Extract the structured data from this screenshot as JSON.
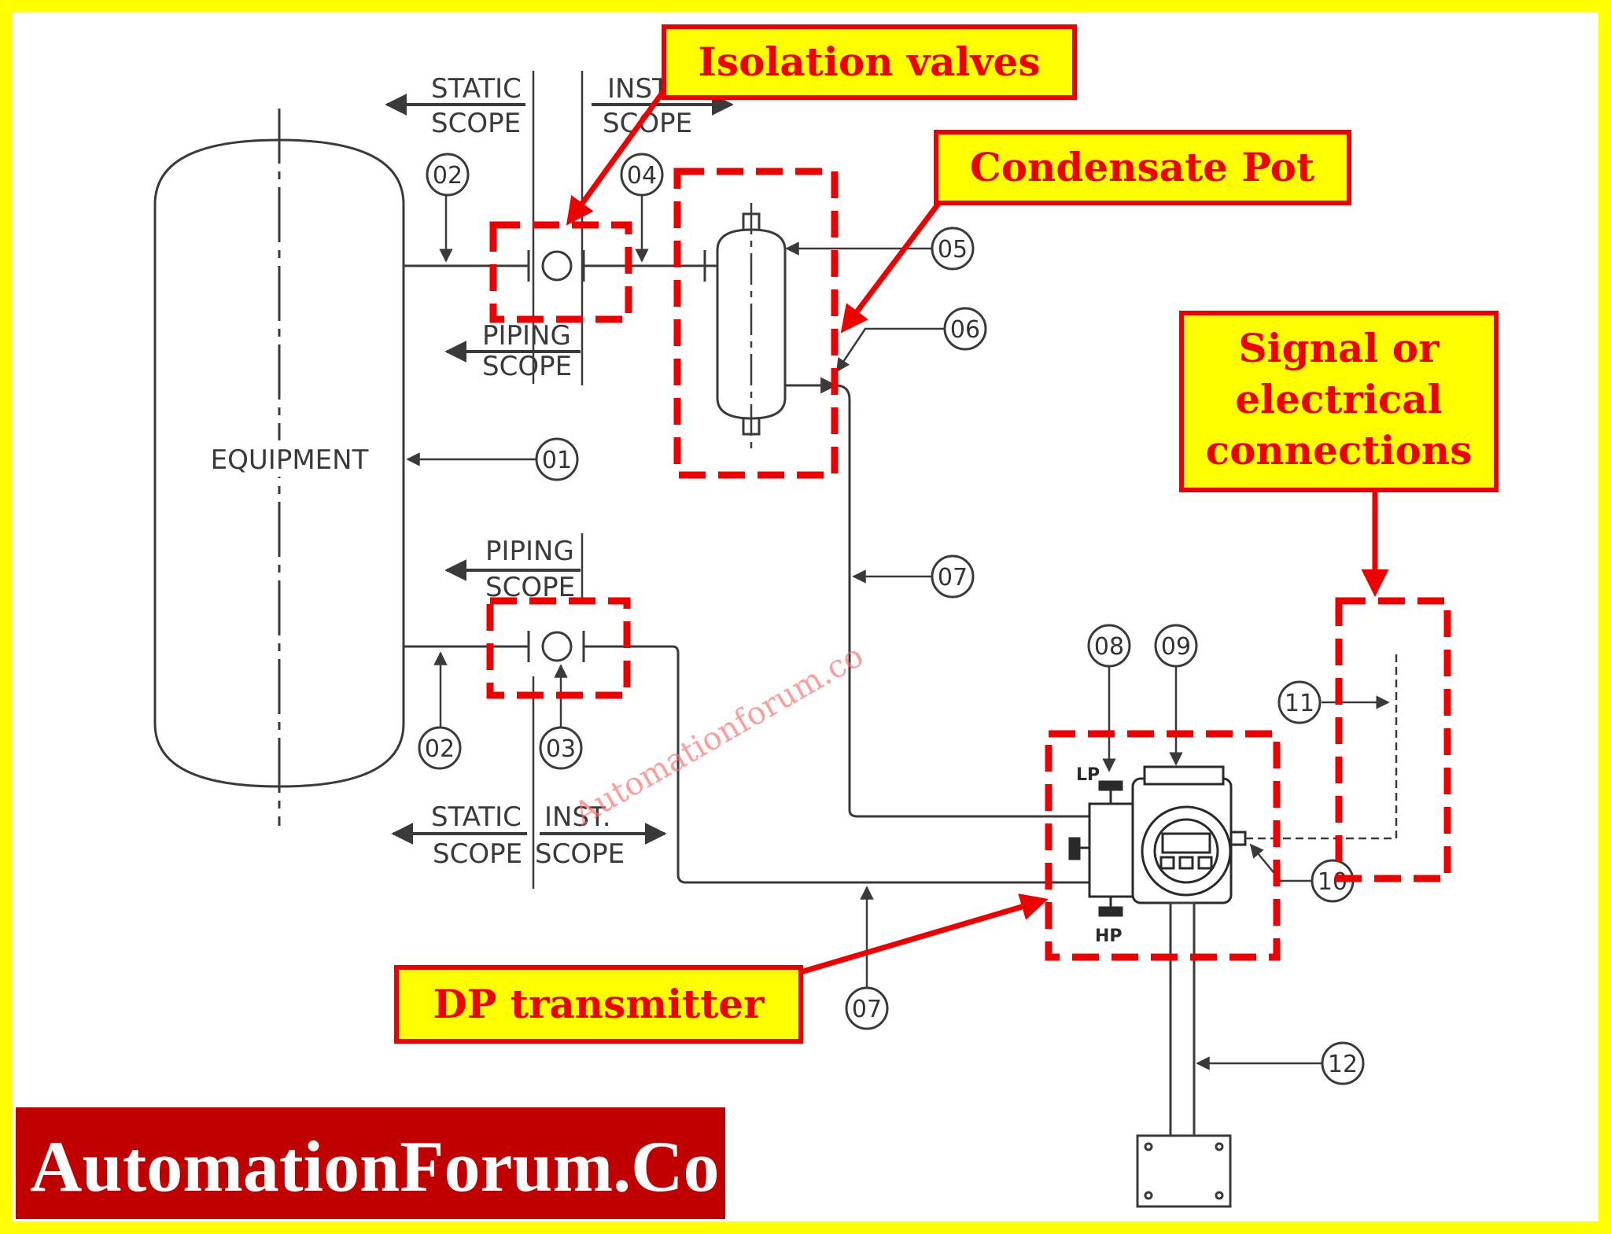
{
  "diagram": {
    "equipment_label": "EQUIPMENT",
    "scope_labels": {
      "static_top": [
        "STATIC",
        "SCOPE"
      ],
      "inst_top": [
        "INST",
        "SCOPE"
      ],
      "piping_top": [
        "PIPING",
        "SCOPE"
      ],
      "piping_bottom": [
        "PIPING",
        "SCOPE"
      ],
      "static_bottom": [
        "STATIC",
        "SCOPE"
      ],
      "inst_bottom": [
        "INST.",
        "SCOPE"
      ]
    },
    "transmitter_ports": {
      "lp": "LP",
      "hp": "HP"
    },
    "bubbles": {
      "b01": "01",
      "b02_top": "02",
      "b02_bottom": "02",
      "b03": "03",
      "b04": "04",
      "b05": "05",
      "b06": "06",
      "b07_right": "07",
      "b07_bottom": "07",
      "b08": "08",
      "b09": "09",
      "b10": "10",
      "b11": "11",
      "b12": "12"
    },
    "watermark": "Automationforum.co"
  },
  "callouts": {
    "isolation_valves": "Isolation valves",
    "condensate_pot": "Condensate Pot",
    "signal_connections": [
      "Signal or",
      "electrical",
      "connections"
    ],
    "dp_transmitter": "DP transmitter"
  },
  "brand": {
    "name": "AutomationForum.Co"
  },
  "colors": {
    "frame": "#ffff00",
    "callout_fill": "#ffff00",
    "callout_border": "#ee0000",
    "callout_text": "#ee0000",
    "dashed_box": "#ee0000",
    "brand_bg": "#c00000",
    "line": "#3a3a3a"
  }
}
